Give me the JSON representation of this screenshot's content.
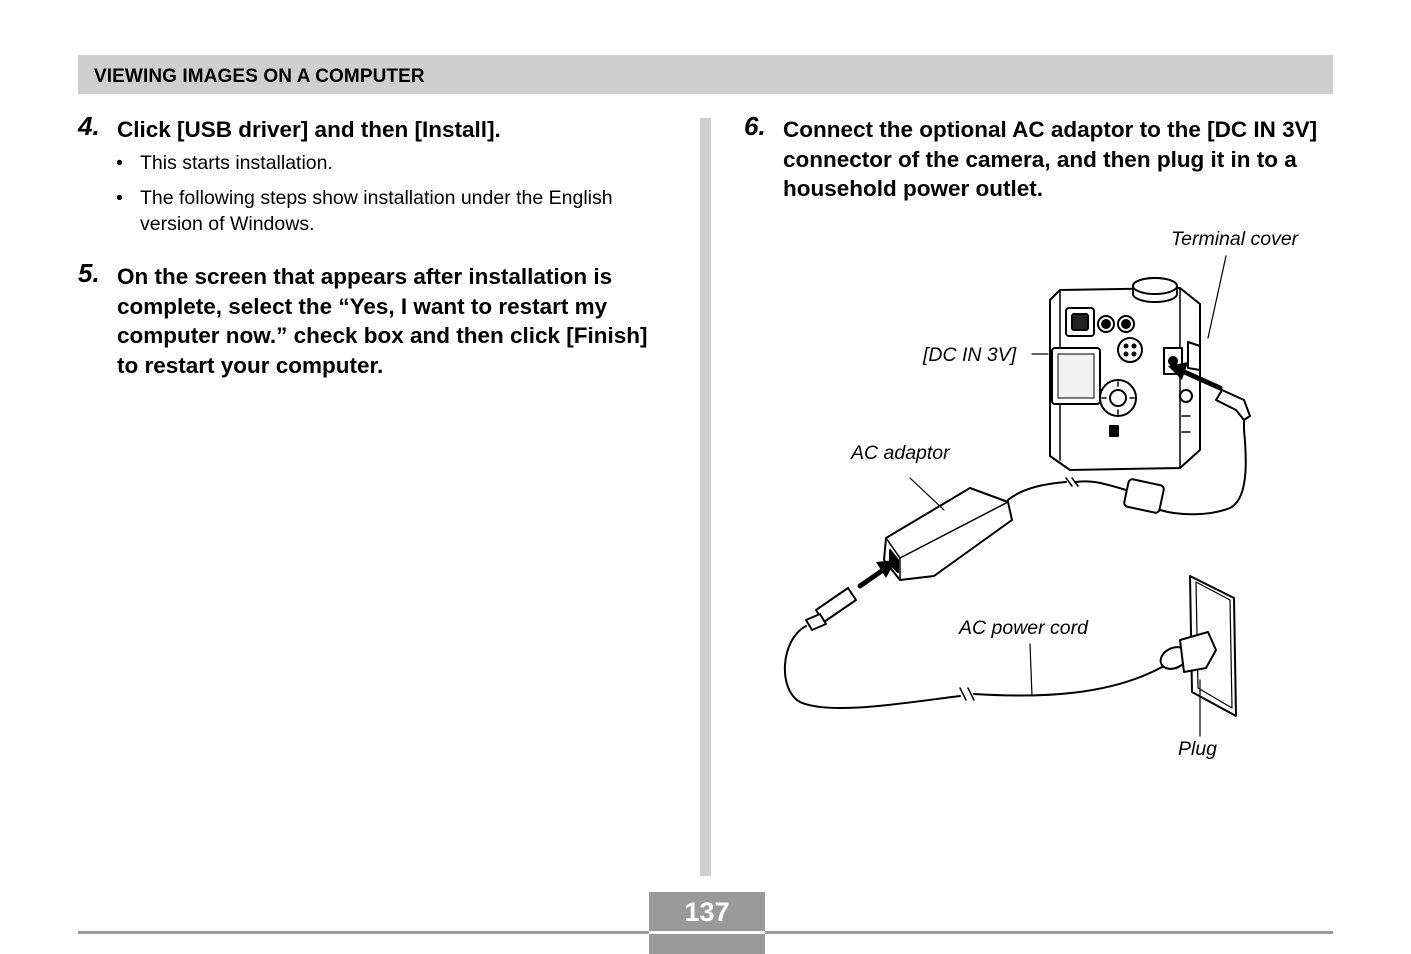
{
  "header": {
    "title": "VIEWING IMAGES ON A COMPUTER"
  },
  "steps": [
    {
      "number": "4.",
      "text": "Click [USB driver] and then [Install].",
      "bullets": [
        "This starts installation.",
        "The following steps show installation under the English version of Windows."
      ]
    },
    {
      "number": "5.",
      "text": "On the screen that appears after installation is complete, select the “Yes, I want to restart my computer now.” check box and then click [Finish] to restart your computer."
    },
    {
      "number": "6.",
      "text": "Connect the optional AC adaptor to the [DC IN 3V] connector of the camera, and then plug it in to a household power outlet."
    }
  ],
  "figure": {
    "labels": {
      "terminal_cover": "Terminal cover",
      "dc_in": "[DC IN 3V]",
      "ac_adaptor": "AC adaptor",
      "ac_power_cord": "AC power cord",
      "plug": "Plug"
    }
  },
  "footer": {
    "page_number": "137"
  }
}
